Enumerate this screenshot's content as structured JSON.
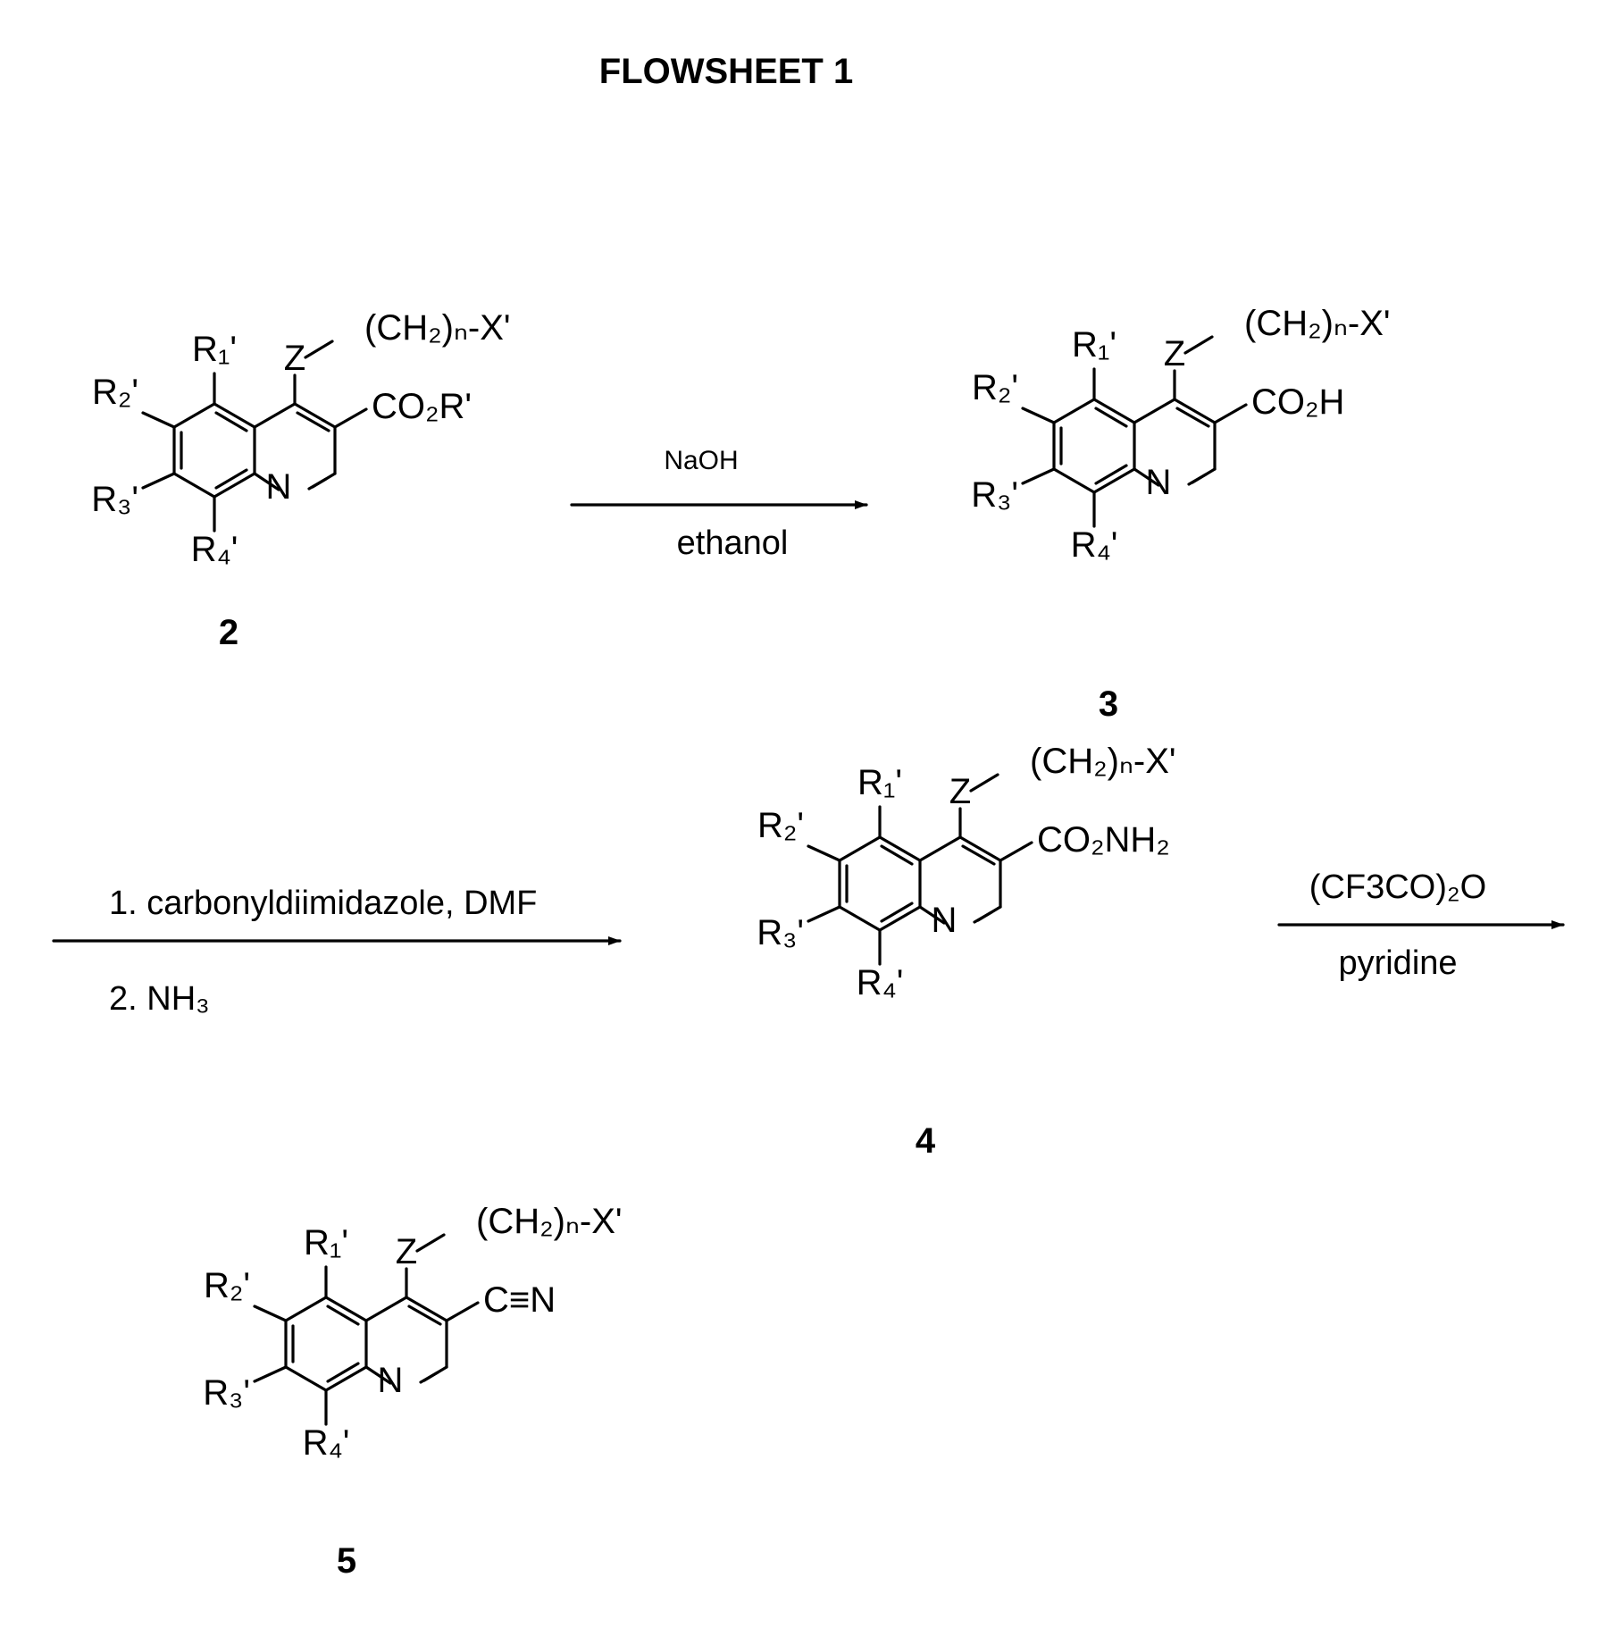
{
  "title": "FLOWSHEET 1",
  "compounds": [
    {
      "id": "2",
      "label": "2",
      "substituent": "CO₂R'",
      "side_chain": "(CH₂)ₙ-X'"
    },
    {
      "id": "3",
      "label": "3",
      "substituent": "CO₂H",
      "side_chain": "(CH₂)ₙ-X'"
    },
    {
      "id": "4",
      "label": "4",
      "substituent": "CO₂NH₂",
      "side_chain": "(CH₂)ₙ-X'"
    },
    {
      "id": "5",
      "label": "5",
      "substituent": "C≡N",
      "side_chain": "(CH₂)ₙ-X'"
    }
  ],
  "atoms": {
    "z": "Z",
    "n": "N",
    "r1": "R₁'",
    "r2": "R₂'",
    "r3": "R₃'",
    "r4": "R₄'"
  },
  "reactions": [
    {
      "id": "step-1",
      "above": "NaOH",
      "below": "ethanol"
    },
    {
      "id": "step-2",
      "above": "1. carbonyldiimidazole, DMF",
      "below": "2. NH₃"
    },
    {
      "id": "step-3",
      "above": "(CF3CO)₂O",
      "below": "pyridine"
    }
  ]
}
